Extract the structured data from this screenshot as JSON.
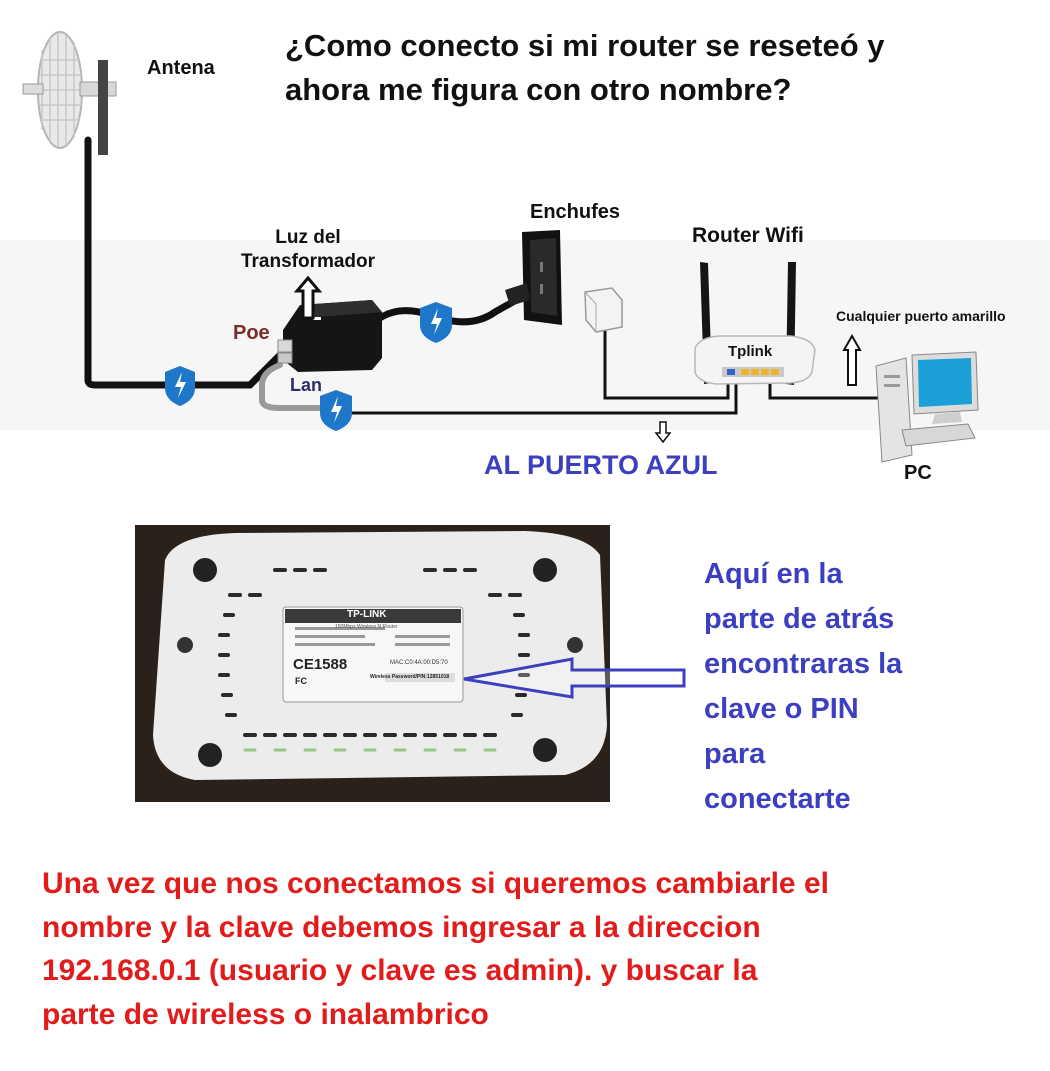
{
  "title": {
    "line1": "¿Como conecto si mi router se reseteó y",
    "line2": "ahora me figura con otro nombre?"
  },
  "diagram": {
    "antenna_label": "Antena",
    "outlets_label": "Enchufes",
    "router_label": "Router Wifi",
    "light_label_line1": "Luz del",
    "light_label_line2": "Transformador",
    "poe_label": "Poe",
    "lan_label": "Lan",
    "router_brand": "Tplink",
    "yellow_port_label": "Cualquier puerto amarillo",
    "blue_port_label": "AL PUERTO AZUL",
    "pc_label": "PC"
  },
  "photo": {
    "brand": "TP-LINK",
    "model_line": "150Mbps Wireless N Router",
    "cert": "CE1588",
    "mac": "MAC:C0:4A:00:D5:70",
    "fc": "FC",
    "pin_line": "Wireless Password/PIN:12851018"
  },
  "pin_text": [
    "Aquí en la",
    "parte de atrás",
    "encontraras la",
    "clave o PIN",
    "para",
    "conectarte"
  ],
  "bottom_text": [
    "Una vez que nos conectamos si queremos cambiarle el",
    "nombre y la clave debemos ingresar a la direccion",
    "192.168.0.1  (usuario y clave es admin). y buscar la",
    "parte de wireless o inalambrico"
  ],
  "colors": {
    "blue_text": "#3b3fc0",
    "red_text": "#e21b1b",
    "shield": "#1f77c9",
    "port_yellow": "#f1b426",
    "port_blue": "#2f63c9"
  }
}
